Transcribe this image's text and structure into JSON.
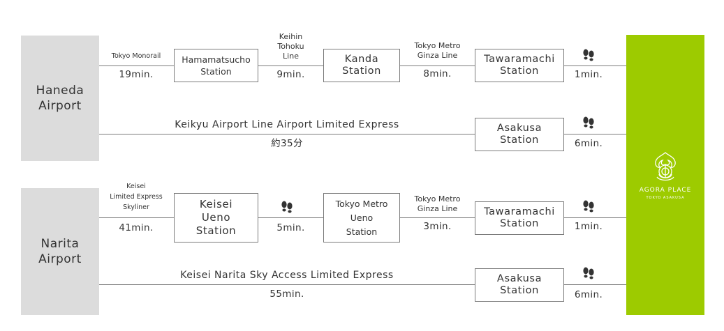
{
  "colors": {
    "origin_bg": "#dcdcdc",
    "dest_bg": "#9dcb00",
    "line": "#7a7a7a",
    "text": "#333333"
  },
  "origins": {
    "haneda": "Haneda\nAirport",
    "narita": "Narita\nAirport"
  },
  "destination": {
    "name": "AGORA PLACE",
    "sub": "TOKYO ASAKUSA",
    "icon": "agora-logo-icon"
  },
  "walk_icon": "footprints-icon",
  "haneda_route1": {
    "leg1_line": "Tokyo Monorail",
    "leg1_time": "19min.",
    "station1": "Hamamatsucho\nStation",
    "leg2_line": "Keihin\nTohoku\nLine",
    "leg2_time": "9min.",
    "station2": "Kanda\nStation",
    "leg3_line": "Tokyo Metro\nGinza Line",
    "leg3_time": "8min.",
    "station3": "Tawaramachi\nStation",
    "walk_time": "1min."
  },
  "haneda_route2": {
    "line": "Keikyu Airport Line Airport Limited Express",
    "time": "約35分",
    "station": "Asakusa\nStation",
    "walk_time": "6min."
  },
  "narita_route1": {
    "leg1_line": "Keisei\nLimited Express\nSkyliner",
    "leg1_time": "41min.",
    "station1": "Keisei\nUeno\nStation",
    "walk1_time": "5min.",
    "station2": "Tokyo Metro\nUeno\nStation",
    "leg2_line": "Tokyo Metro\nGinza Line",
    "leg2_time": "3min.",
    "station3": "Tawaramachi\nStation",
    "walk2_time": "1min."
  },
  "narita_route2": {
    "line": "Keisei Narita Sky Access Limited Express",
    "time": "55min.",
    "station": "Asakusa\nStation",
    "walk_time": "6min."
  }
}
